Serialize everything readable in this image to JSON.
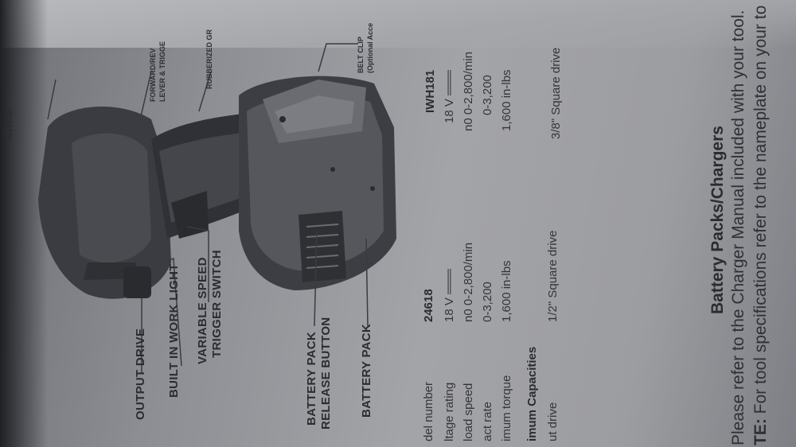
{
  "callouts": {
    "output_drive": "OUTPUT DRIVE",
    "built_in_work_light": "BUILT IN WORK LIGHT",
    "variable_speed_line1": "VARIABLE SPEED",
    "variable_speed_line2": "TRIGGER SWITCH",
    "battery_release_line1": "BATTERY PACK",
    "battery_release_line2": "RELEASE BUTTON",
    "battery_pack": "BATTERY PACK",
    "belt_clip_line1": "BELT CLIP",
    "belt_clip_line2": "(Optional Acce",
    "forward_line1": "FORWARD/REV",
    "forward_line2": "LEVER & TRIGGE",
    "rubberized": "RUBBERIZED GR"
  },
  "specs": {
    "rows": [
      "del number",
      "ltage rating",
      "load speed",
      "act rate",
      "imum torque"
    ],
    "col1_header": "24618",
    "col1": [
      "18 V ═══",
      "n0 0-2,800/min",
      "0-3,200",
      "1,600 in-lbs"
    ],
    "col2_header": "IWH181",
    "col2": [
      "18 V ═══",
      "n0 0-2,800/min",
      "0-3,200",
      "1,600 in-lbs"
    ],
    "capacities_header": "imum Capacities",
    "capacities_row": "ut drive",
    "capacities_col1": "1/2\" Square drive",
    "capacities_col2": "3/8\" Square drive"
  },
  "side_heading": "ches",
  "battery": {
    "title": "Battery Packs/Chargers",
    "line1": "Please refer to the Charger Manual included with your tool.",
    "line2_bold": "TE:",
    "line2": " For tool specifications refer to the nameplate on your to"
  },
  "colors": {
    "paper": "#a3a4a8",
    "ink": "#2b2c30",
    "tool_body": "#3b3c41",
    "tool_dark": "#26272b"
  }
}
